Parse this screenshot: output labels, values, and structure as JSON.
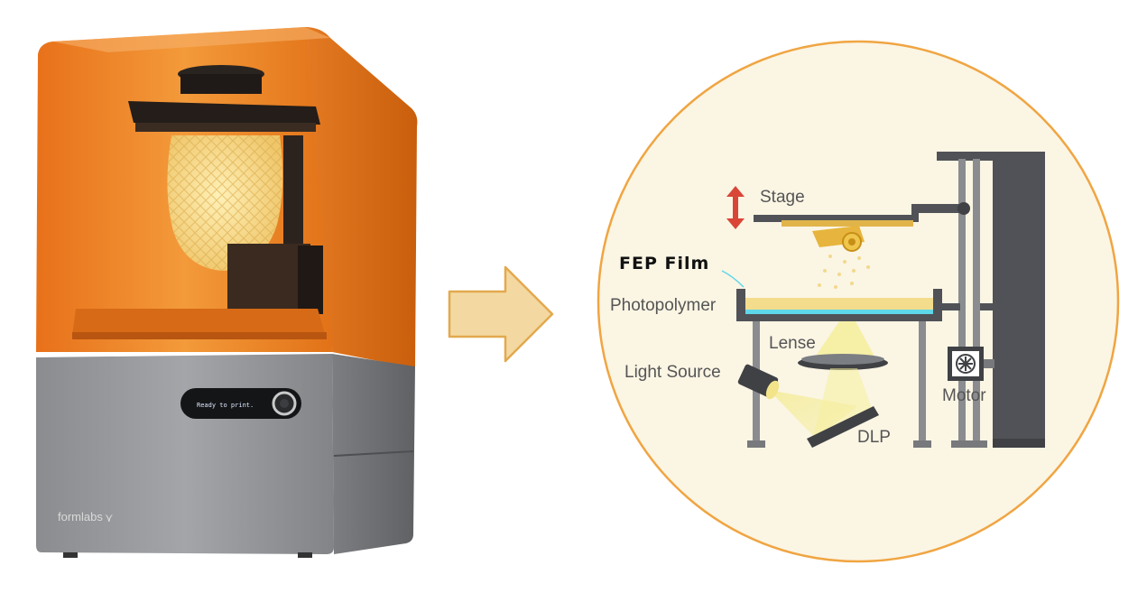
{
  "printer": {
    "screen_text": "Ready to print.",
    "brand_name": "formlabs"
  },
  "diagram": {
    "labels": {
      "stage": "Stage",
      "fep_film": "FEP Film",
      "photopolymer": "Photopolymer",
      "lense": "Lense",
      "light_source": "Light Source",
      "dlp": "DLP",
      "motor": "Motor"
    }
  },
  "colors": {
    "tank_orange": "#e8771a",
    "circle_fill": "#fbf5e4",
    "circle_border": "#f0a542",
    "arrow_fill": "#f3d9a1",
    "arrow_stroke": "#e3a94e",
    "stage_arrow": "#d94637",
    "fep_film": "#5fd7ea",
    "resin": "#f3dc8c",
    "frame": "#77797c",
    "tower": "#505257"
  },
  "icons": [
    "arrow-right-icon",
    "up-down-arrow-icon",
    "fan-icon"
  ]
}
